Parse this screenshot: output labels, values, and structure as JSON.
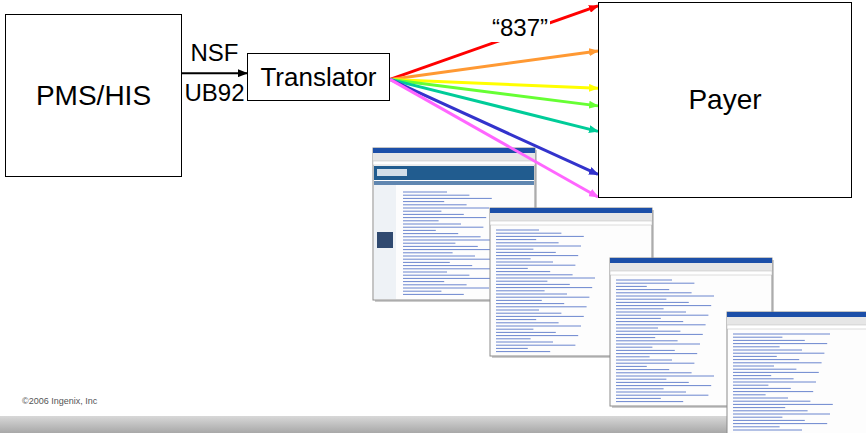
{
  "diagram": {
    "nodes": [
      {
        "text": [
          "PMS/HIS"
        ]
      },
      {
        "text": [
          "Translator"
        ]
      },
      {
        "text": [
          "Payer"
        ]
      }
    ],
    "edges": [
      {
        "from": 0,
        "to": 1,
        "arrow": "to",
        "label": "NSF"
      },
      {
        "from": 1,
        "to": 2,
        "arrow": "to",
        "label": "“837”"
      },
      {
        "from": 1,
        "to": 2,
        "arrow": "to"
      },
      {
        "from": 1,
        "to": 2,
        "arrow": "to"
      },
      {
        "from": 1,
        "to": 2,
        "arrow": "to"
      },
      {
        "from": 1,
        "to": 2,
        "arrow": "to"
      },
      {
        "from": 1,
        "to": 2,
        "arrow": "to"
      },
      {
        "from": 1,
        "to": 2,
        "arrow": "to"
      }
    ],
    "labels": [
      "UB92",
      "©2006 Ingenix, Inc"
    ]
  }
}
